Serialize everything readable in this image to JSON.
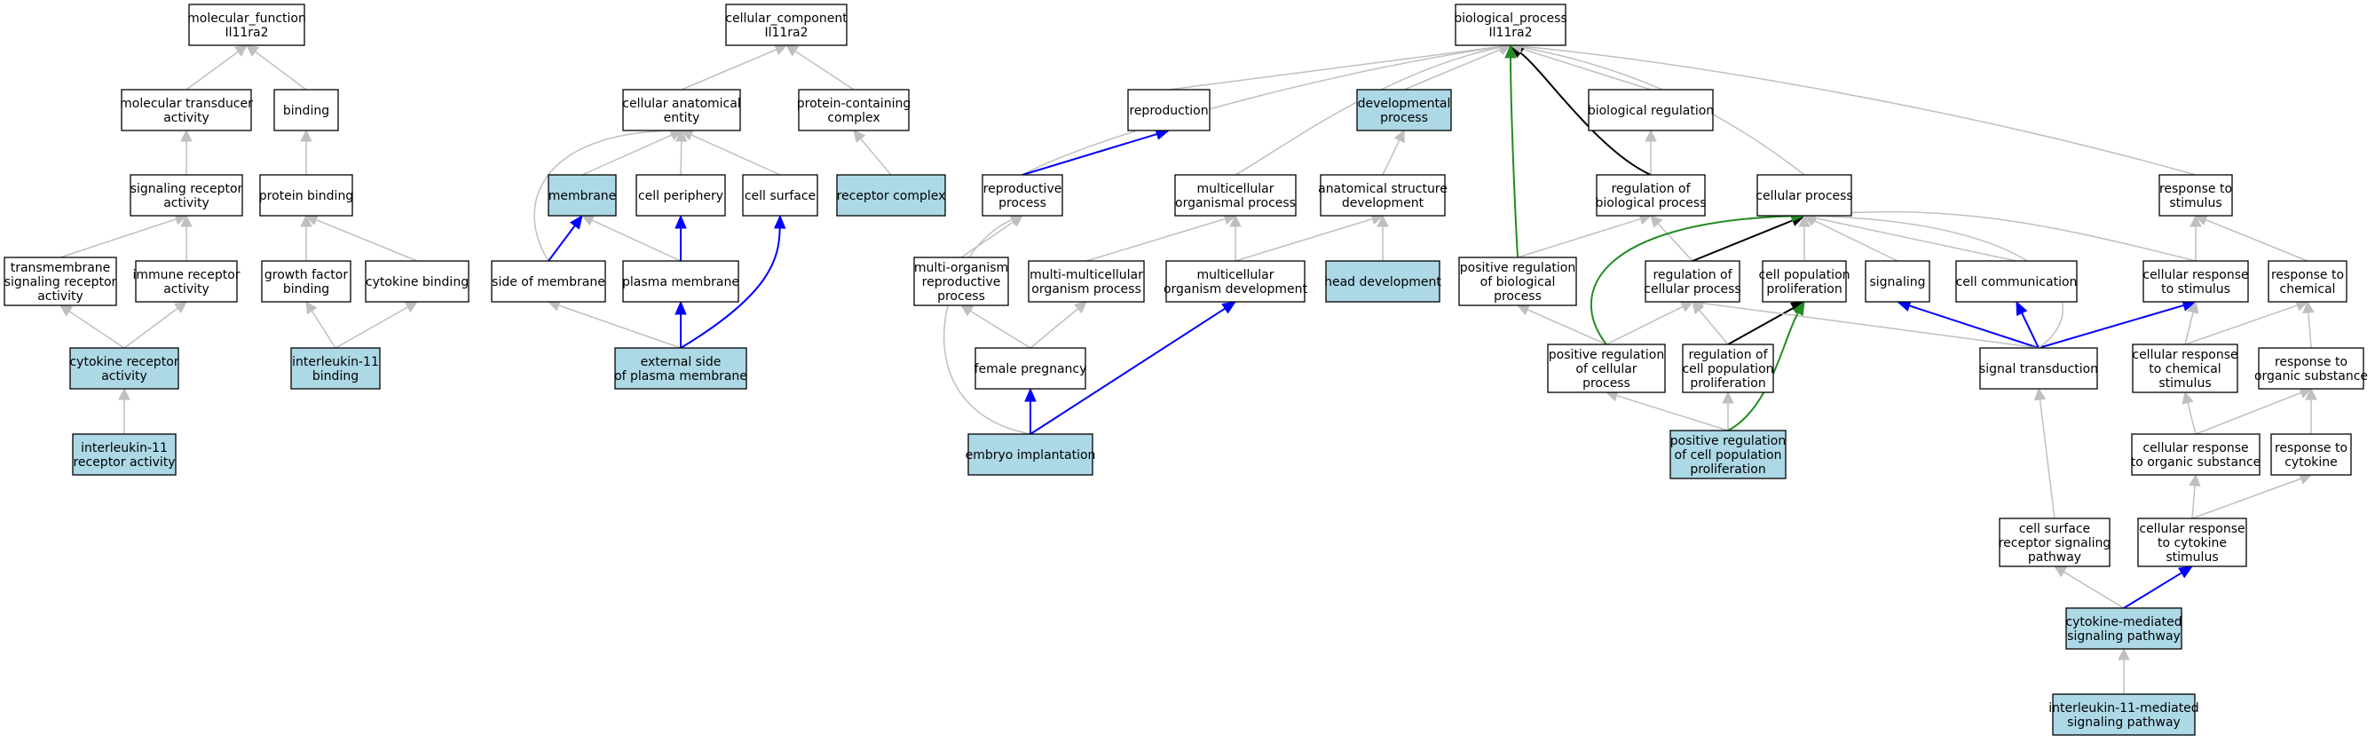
{
  "colors": {
    "node_default": "#ffffff",
    "node_highlight": "#add8e6",
    "node_border": "#000000",
    "edge_gray": "#bfbfbf",
    "edge_blue": "#0000ff",
    "edge_black": "#000000",
    "edge_green": "#228b22"
  },
  "nodes": [
    {
      "id": "mf",
      "lines": [
        "molecular_function",
        "Il11ra2"
      ],
      "highlight": false
    },
    {
      "id": "mta",
      "lines": [
        "molecular transducer",
        "activity"
      ],
      "highlight": false
    },
    {
      "id": "binding",
      "lines": [
        "binding"
      ],
      "highlight": false
    },
    {
      "id": "sra",
      "lines": [
        "signaling receptor",
        "activity"
      ],
      "highlight": false
    },
    {
      "id": "pb",
      "lines": [
        "protein binding"
      ],
      "highlight": false
    },
    {
      "id": "tsra",
      "lines": [
        "transmembrane",
        "signaling receptor",
        "activity"
      ],
      "highlight": false
    },
    {
      "id": "ira",
      "lines": [
        "immune receptor",
        "activity"
      ],
      "highlight": false
    },
    {
      "id": "gfb",
      "lines": [
        "growth factor",
        "binding"
      ],
      "highlight": false
    },
    {
      "id": "cb",
      "lines": [
        "cytokine binding"
      ],
      "highlight": false
    },
    {
      "id": "cra",
      "lines": [
        "cytokine receptor",
        "activity"
      ],
      "highlight": true
    },
    {
      "id": "il11b",
      "lines": [
        "interleukin-11",
        "binding"
      ],
      "highlight": true
    },
    {
      "id": "il11ra",
      "lines": [
        "interleukin-11",
        "receptor activity"
      ],
      "highlight": true
    },
    {
      "id": "cc",
      "lines": [
        "cellular_component",
        "Il11ra2"
      ],
      "highlight": false
    },
    {
      "id": "cae",
      "lines": [
        "cellular anatomical",
        "entity"
      ],
      "highlight": false
    },
    {
      "id": "pcc",
      "lines": [
        "protein-containing",
        "complex"
      ],
      "highlight": false
    },
    {
      "id": "membrane",
      "lines": [
        "membrane"
      ],
      "highlight": true
    },
    {
      "id": "cper",
      "lines": [
        "cell periphery"
      ],
      "highlight": false
    },
    {
      "id": "csurf",
      "lines": [
        "cell surface"
      ],
      "highlight": false
    },
    {
      "id": "rcomplex",
      "lines": [
        "receptor complex"
      ],
      "highlight": true
    },
    {
      "id": "som",
      "lines": [
        "side of membrane"
      ],
      "highlight": false
    },
    {
      "id": "pm",
      "lines": [
        "plasma membrane"
      ],
      "highlight": false
    },
    {
      "id": "espm",
      "lines": [
        "external side",
        "of plasma membrane"
      ],
      "highlight": true
    },
    {
      "id": "bp",
      "lines": [
        "biological_process",
        "Il11ra2"
      ],
      "highlight": false
    },
    {
      "id": "repro",
      "lines": [
        "reproduction"
      ],
      "highlight": false
    },
    {
      "id": "devp",
      "lines": [
        "developmental",
        "process"
      ],
      "highlight": true
    },
    {
      "id": "breg",
      "lines": [
        "biological regulation"
      ],
      "highlight": false
    },
    {
      "id": "rp",
      "lines": [
        "reproductive",
        "process"
      ],
      "highlight": false
    },
    {
      "id": "mop",
      "lines": [
        "multicellular",
        "organismal process"
      ],
      "highlight": false
    },
    {
      "id": "asd",
      "lines": [
        "anatomical structure",
        "development"
      ],
      "highlight": false
    },
    {
      "id": "rbp",
      "lines": [
        "regulation of",
        "biological process"
      ],
      "highlight": false
    },
    {
      "id": "cellp",
      "lines": [
        "cellular process"
      ],
      "highlight": false
    },
    {
      "id": "rts",
      "lines": [
        "response to",
        "stimulus"
      ],
      "highlight": false
    },
    {
      "id": "morp",
      "lines": [
        "multi-organism",
        "reproductive",
        "process"
      ],
      "highlight": false
    },
    {
      "id": "mmop",
      "lines": [
        "multi-multicellular",
        "organism process"
      ],
      "highlight": false
    },
    {
      "id": "mod",
      "lines": [
        "multicellular",
        "organism development"
      ],
      "highlight": false
    },
    {
      "id": "hd",
      "lines": [
        "head development"
      ],
      "highlight": true
    },
    {
      "id": "prbp",
      "lines": [
        "positive regulation",
        "of biological",
        "process"
      ],
      "highlight": false
    },
    {
      "id": "rcp",
      "lines": [
        "regulation of",
        "cellular process"
      ],
      "highlight": false
    },
    {
      "id": "cpp",
      "lines": [
        "cell population",
        "proliferation"
      ],
      "highlight": false
    },
    {
      "id": "sig",
      "lines": [
        "signaling"
      ],
      "highlight": false
    },
    {
      "id": "ccom",
      "lines": [
        "cell communication"
      ],
      "highlight": false
    },
    {
      "id": "crs",
      "lines": [
        "cellular response",
        "to stimulus"
      ],
      "highlight": false
    },
    {
      "id": "rtc",
      "lines": [
        "response to",
        "chemical"
      ],
      "highlight": false
    },
    {
      "id": "fp",
      "lines": [
        "female pregnancy"
      ],
      "highlight": false
    },
    {
      "id": "prcp",
      "lines": [
        "positive regulation",
        "of cellular",
        "process"
      ],
      "highlight": false
    },
    {
      "id": "rcpp",
      "lines": [
        "regulation of",
        "cell population",
        "proliferation"
      ],
      "highlight": false
    },
    {
      "id": "st",
      "lines": [
        "signal transduction"
      ],
      "highlight": false
    },
    {
      "id": "crcs",
      "lines": [
        "cellular response",
        "to chemical",
        "stimulus"
      ],
      "highlight": false
    },
    {
      "id": "rtos",
      "lines": [
        "response to",
        "organic substance"
      ],
      "highlight": false
    },
    {
      "id": "ei",
      "lines": [
        "embryo implantation"
      ],
      "highlight": true
    },
    {
      "id": "prcpp",
      "lines": [
        "positive regulation",
        "of cell population",
        "proliferation"
      ],
      "highlight": true
    },
    {
      "id": "crtos",
      "lines": [
        "cellular response",
        "to organic substance"
      ],
      "highlight": false
    },
    {
      "id": "rtcyt",
      "lines": [
        "response to",
        "cytokine"
      ],
      "highlight": false
    },
    {
      "id": "csrsp",
      "lines": [
        "cell surface",
        "receptor signaling",
        "pathway"
      ],
      "highlight": false
    },
    {
      "id": "crtcs",
      "lines": [
        "cellular response",
        "to cytokine",
        "stimulus"
      ],
      "highlight": false
    },
    {
      "id": "cmsp",
      "lines": [
        "cytokine-mediated",
        "signaling pathway"
      ],
      "highlight": true
    },
    {
      "id": "il11msp",
      "lines": [
        "interleukin-11-mediated",
        "signaling pathway"
      ],
      "highlight": true
    }
  ],
  "edges": [
    {
      "from": "mta",
      "to": "mf",
      "color": "gray"
    },
    {
      "from": "binding",
      "to": "mf",
      "color": "gray"
    },
    {
      "from": "sra",
      "to": "mta",
      "color": "gray"
    },
    {
      "from": "pb",
      "to": "binding",
      "color": "gray"
    },
    {
      "from": "tsra",
      "to": "sra",
      "color": "gray"
    },
    {
      "from": "ira",
      "to": "sra",
      "color": "gray"
    },
    {
      "from": "gfb",
      "to": "pb",
      "color": "gray"
    },
    {
      "from": "cb",
      "to": "pb",
      "color": "gray"
    },
    {
      "from": "cra",
      "to": "tsra",
      "color": "gray"
    },
    {
      "from": "cra",
      "to": "ira",
      "color": "gray"
    },
    {
      "from": "il11b",
      "to": "gfb",
      "color": "gray"
    },
    {
      "from": "il11b",
      "to": "cb",
      "color": "gray"
    },
    {
      "from": "il11ra",
      "to": "cra",
      "color": "gray"
    },
    {
      "from": "cae",
      "to": "cc",
      "color": "gray"
    },
    {
      "from": "pcc",
      "to": "cc",
      "color": "gray"
    },
    {
      "from": "membrane",
      "to": "cae",
      "color": "gray"
    },
    {
      "from": "cper",
      "to": "cae",
      "color": "gray"
    },
    {
      "from": "csurf",
      "to": "cae",
      "color": "gray"
    },
    {
      "from": "rcomplex",
      "to": "pcc",
      "color": "gray"
    },
    {
      "from": "som",
      "to": "cae",
      "color": "gray"
    },
    {
      "from": "som",
      "to": "membrane",
      "color": "blue"
    },
    {
      "from": "pm",
      "to": "membrane",
      "color": "gray"
    },
    {
      "from": "pm",
      "to": "cper",
      "color": "blue"
    },
    {
      "from": "espm",
      "to": "som",
      "color": "gray"
    },
    {
      "from": "espm",
      "to": "pm",
      "color": "blue"
    },
    {
      "from": "espm",
      "to": "csurf",
      "color": "blue"
    },
    {
      "from": "repro",
      "to": "bp",
      "color": "gray"
    },
    {
      "from": "devp",
      "to": "bp",
      "color": "gray"
    },
    {
      "from": "breg",
      "to": "bp",
      "color": "gray"
    },
    {
      "from": "rp",
      "to": "bp",
      "color": "gray"
    },
    {
      "from": "rp",
      "to": "repro",
      "color": "blue"
    },
    {
      "from": "mop",
      "to": "bp",
      "color": "gray"
    },
    {
      "from": "asd",
      "to": "devp",
      "color": "gray"
    },
    {
      "from": "rbp",
      "to": "bp",
      "color": "black"
    },
    {
      "from": "rbp",
      "to": "breg",
      "color": "gray"
    },
    {
      "from": "cellp",
      "to": "bp",
      "color": "gray"
    },
    {
      "from": "rts",
      "to": "bp",
      "color": "gray"
    },
    {
      "from": "morp",
      "to": "rp",
      "color": "gray"
    },
    {
      "from": "mmop",
      "to": "mop",
      "color": "gray"
    },
    {
      "from": "mod",
      "to": "mop",
      "color": "gray"
    },
    {
      "from": "mod",
      "to": "asd",
      "color": "gray"
    },
    {
      "from": "hd",
      "to": "asd",
      "color": "gray"
    },
    {
      "from": "prbp",
      "to": "bp",
      "color": "green"
    },
    {
      "from": "prbp",
      "to": "rbp",
      "color": "gray"
    },
    {
      "from": "rcp",
      "to": "rbp",
      "color": "gray"
    },
    {
      "from": "rcp",
      "to": "cellp",
      "color": "black"
    },
    {
      "from": "cpp",
      "to": "cellp",
      "color": "gray"
    },
    {
      "from": "sig",
      "to": "cellp",
      "color": "gray"
    },
    {
      "from": "ccom",
      "to": "cellp",
      "color": "gray"
    },
    {
      "from": "crs",
      "to": "cellp",
      "color": "gray"
    },
    {
      "from": "crs",
      "to": "rts",
      "color": "gray"
    },
    {
      "from": "rtc",
      "to": "rts",
      "color": "gray"
    },
    {
      "from": "fp",
      "to": "morp",
      "color": "gray"
    },
    {
      "from": "fp",
      "to": "mmop",
      "color": "gray"
    },
    {
      "from": "prcp",
      "to": "prbp",
      "color": "gray"
    },
    {
      "from": "prcp",
      "to": "rcp",
      "color": "gray"
    },
    {
      "from": "prcp",
      "to": "cellp",
      "color": "green"
    },
    {
      "from": "rcpp",
      "to": "rcp",
      "color": "gray"
    },
    {
      "from": "rcpp",
      "to": "cpp",
      "color": "black"
    },
    {
      "from": "st",
      "to": "sig",
      "color": "blue"
    },
    {
      "from": "st",
      "to": "ccom",
      "color": "blue"
    },
    {
      "from": "st",
      "to": "crs",
      "color": "blue"
    },
    {
      "from": "st",
      "to": "cellp",
      "color": "gray"
    },
    {
      "from": "st",
      "to": "rcp",
      "color": "gray"
    },
    {
      "from": "crcs",
      "to": "crs",
      "color": "gray"
    },
    {
      "from": "crcs",
      "to": "rtc",
      "color": "gray"
    },
    {
      "from": "rtos",
      "to": "rtc",
      "color": "gray"
    },
    {
      "from": "ei",
      "to": "rp",
      "color": "gray"
    },
    {
      "from": "ei",
      "to": "fp",
      "color": "blue"
    },
    {
      "from": "ei",
      "to": "mod",
      "color": "blue"
    },
    {
      "from": "prcpp",
      "to": "prcp",
      "color": "gray"
    },
    {
      "from": "prcpp",
      "to": "rcpp",
      "color": "gray"
    },
    {
      "from": "prcpp",
      "to": "cpp",
      "color": "green"
    },
    {
      "from": "crtos",
      "to": "crcs",
      "color": "gray"
    },
    {
      "from": "crtos",
      "to": "rtos",
      "color": "gray"
    },
    {
      "from": "rtcyt",
      "to": "rtos",
      "color": "gray"
    },
    {
      "from": "csrsp",
      "to": "st",
      "color": "gray"
    },
    {
      "from": "crtcs",
      "to": "crtos",
      "color": "gray"
    },
    {
      "from": "crtcs",
      "to": "rtcyt",
      "color": "gray"
    },
    {
      "from": "cmsp",
      "to": "csrsp",
      "color": "gray"
    },
    {
      "from": "cmsp",
      "to": "crtcs",
      "color": "blue"
    },
    {
      "from": "il11msp",
      "to": "cmsp",
      "color": "gray"
    }
  ]
}
